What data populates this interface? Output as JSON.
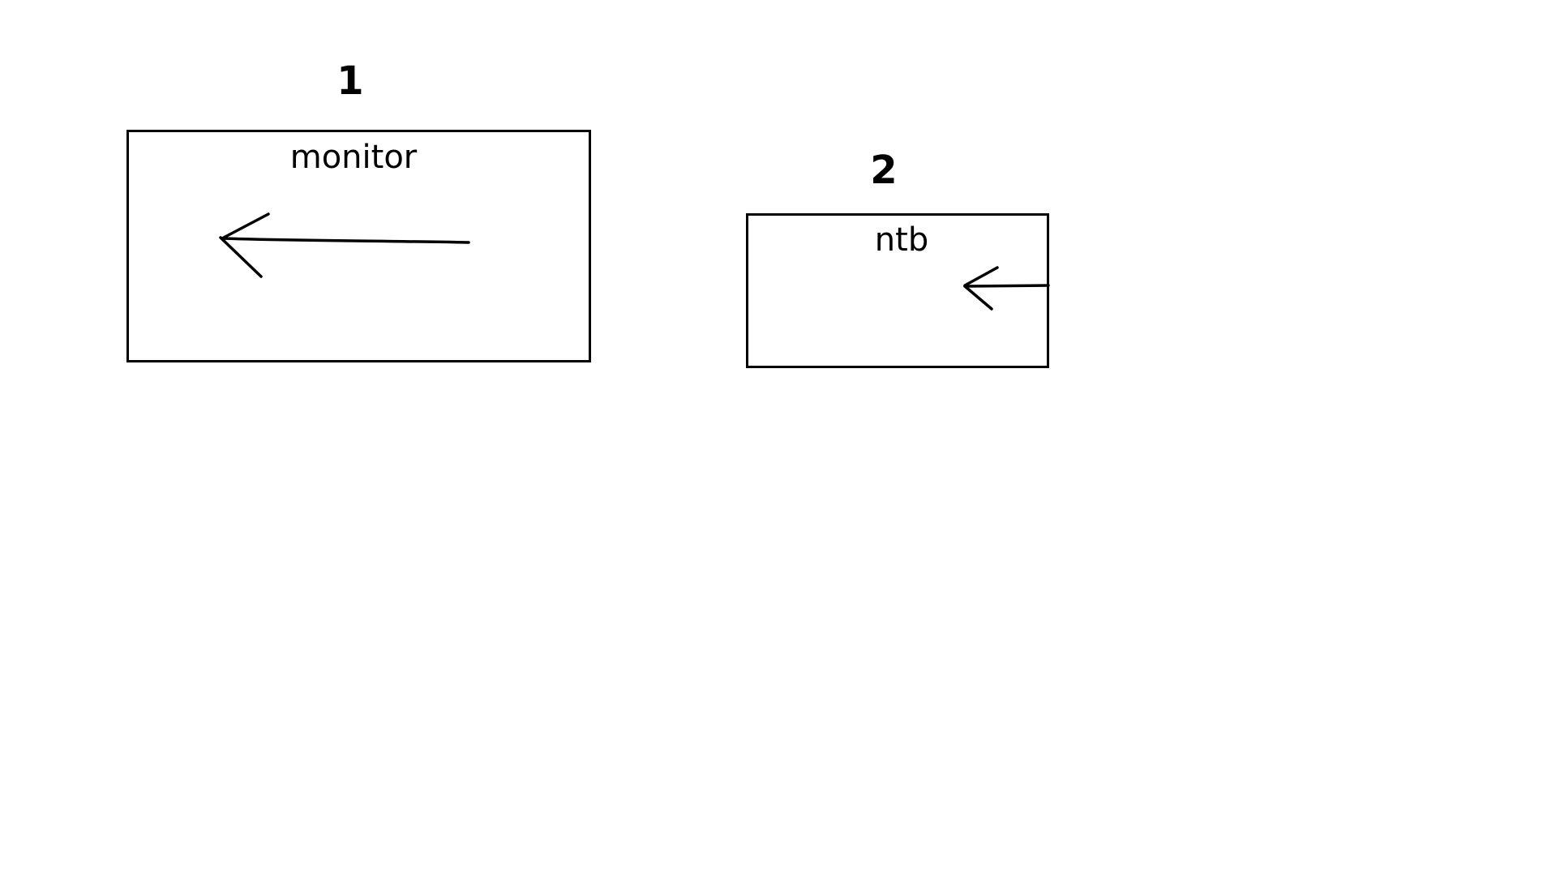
{
  "diagram": {
    "background": "#ffffff",
    "stroke_color": "#000000",
    "nodes": [
      {
        "id": "monitor",
        "index_label": "1",
        "label": "monitor"
      },
      {
        "id": "ntb",
        "index_label": "2",
        "label": "ntb"
      }
    ],
    "arrows": [
      {
        "name": "monitor-arrow",
        "direction": "left",
        "inside_node": "monitor"
      },
      {
        "name": "ntb-arrow",
        "direction": "left",
        "inside_node": "ntb"
      }
    ]
  }
}
